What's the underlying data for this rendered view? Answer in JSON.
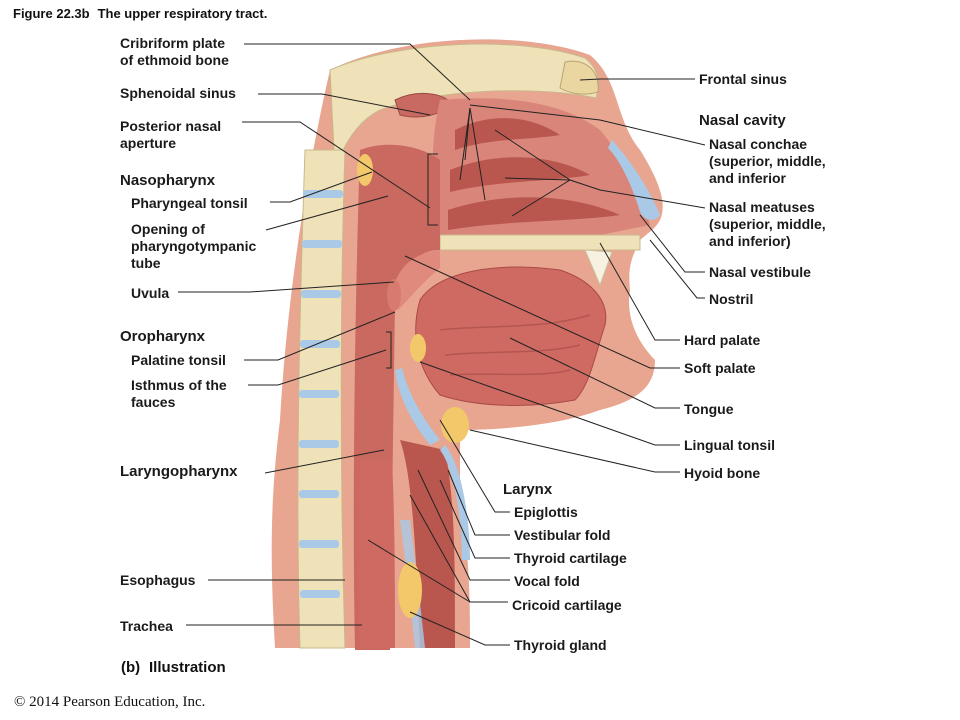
{
  "figure": {
    "number": "Figure 22.3b",
    "title": "The upper respiratory tract.",
    "panel_letter": "(b)",
    "panel_name": "Illustration",
    "copyright": "© 2014 Pearson Education, Inc."
  },
  "labels": {
    "left": {
      "cribriform": "Cribriform plate\nof ethmoid bone",
      "sphenoidal_sinus": "Sphenoidal sinus",
      "posterior_nasal_aperture": "Posterior nasal\naperture",
      "nasopharynx": "Nasopharynx",
      "pharyngeal_tonsil": "Pharyngeal tonsil",
      "pharyngotympanic": "Opening of\npharyngotympanic\ntube",
      "uvula": "Uvula",
      "oropharynx": "Oropharynx",
      "palatine_tonsil": "Palatine tonsil",
      "isthmus": "Isthmus of the\nfauces",
      "laryngopharynx": "Laryngopharynx",
      "esophagus": "Esophagus",
      "trachea": "Trachea"
    },
    "right": {
      "frontal_sinus": "Frontal sinus",
      "nasal_cavity": "Nasal cavity",
      "nasal_conchae": "Nasal conchae\n(superior, middle,\nand inferior",
      "nasal_meatuses": "Nasal meatuses\n(superior, middle,\nand inferior)",
      "nasal_vestibule": "Nasal vestibule",
      "nostril": "Nostril",
      "hard_palate": "Hard palate",
      "soft_palate": "Soft palate",
      "tongue": "Tongue",
      "lingual_tonsil": "Lingual tonsil",
      "hyoid_bone": "Hyoid bone"
    },
    "larynx": {
      "heading": "Larynx",
      "epiglottis": "Epiglottis",
      "vestibular_fold": "Vestibular fold",
      "thyroid_cartilage": "Thyroid cartilage",
      "vocal_fold": "Vocal fold",
      "cricoid_cartilage": "Cricoid cartilage",
      "thyroid_gland": "Thyroid gland"
    }
  },
  "colors": {
    "skin": "#e8a58f",
    "tissue": "#d97a6f",
    "tissue_dark": "#a94a46",
    "tissue_light": "#f0b4a6",
    "bone": "#efe2b8",
    "cartilage": "#a9c9e6",
    "gland": "#f2c86a",
    "leader": "#222222"
  }
}
